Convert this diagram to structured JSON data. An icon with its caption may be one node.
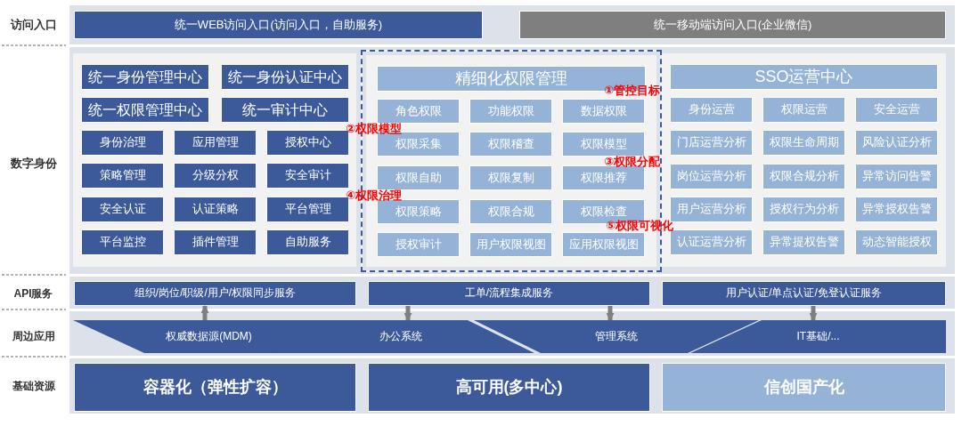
{
  "diagram": {
    "nodes": [
      {
        "text": [
          "统一WEB访问入口(访问入口，自助服务)"
        ]
      },
      {
        "text": [
          "统一移动端访问入口(企业微信)"
        ]
      },
      {
        "text": [],
        "shape": "box"
      },
      {
        "text": [
          "统一身份管理中心"
        ],
        "in": 2
      },
      {
        "text": [
          "统一身份认证中心"
        ],
        "in": 2
      },
      {
        "text": [
          "统一权限管理中心"
        ],
        "in": 2
      },
      {
        "text": [
          "统一审计中心"
        ],
        "in": 2
      },
      {
        "text": [
          "身份治理"
        ],
        "in": 2
      },
      {
        "text": [
          "应用管理"
        ],
        "in": 2
      },
      {
        "text": [
          "授权中心"
        ],
        "in": 2
      },
      {
        "text": [
          "策略管理"
        ],
        "in": 2
      },
      {
        "text": [
          "分级分权"
        ],
        "in": 2
      },
      {
        "text": [
          "安全审计"
        ],
        "in": 2
      },
      {
        "text": [
          "安全认证"
        ],
        "in": 2
      },
      {
        "text": [
          "认证策略"
        ],
        "in": 2
      },
      {
        "text": [
          "平台管理"
        ],
        "in": 2
      },
      {
        "text": [
          "平台监控"
        ],
        "in": 2
      },
      {
        "text": [
          "插件管理"
        ],
        "in": 2
      },
      {
        "text": [
          "自助服务"
        ],
        "in": 2
      },
      {
        "text": [],
        "shape": "box"
      },
      {
        "text": [
          "精细化权限管理"
        ],
        "in": 19
      },
      {
        "text": [
          "角色权限"
        ],
        "in": 19
      },
      {
        "text": [
          "功能权限"
        ],
        "in": 19
      },
      {
        "text": [
          "数据权限"
        ],
        "in": 19
      },
      {
        "text": [
          "权限采集"
        ],
        "in": 19
      },
      {
        "text": [
          "权限稽查"
        ],
        "in": 19
      },
      {
        "text": [
          "权限模型"
        ],
        "in": 19
      },
      {
        "text": [
          "权限自助"
        ],
        "in": 19
      },
      {
        "text": [
          "权限复制"
        ],
        "in": 19
      },
      {
        "text": [
          "权限推荐"
        ],
        "in": 19
      },
      {
        "text": [
          "权限策略"
        ],
        "in": 19
      },
      {
        "text": [
          "权限合规"
        ],
        "in": 19
      },
      {
        "text": [
          "权限检查"
        ],
        "in": 19
      },
      {
        "text": [
          "授权审计"
        ],
        "in": 19
      },
      {
        "text": [
          "用户权限视图"
        ],
        "in": 19
      },
      {
        "text": [
          "应用权限视图"
        ],
        "in": 19
      },
      {
        "text": [],
        "shape": "box"
      },
      {
        "text": [
          "SSO运营中心"
        ],
        "in": 36
      },
      {
        "text": [
          "身份运营"
        ],
        "in": 36
      },
      {
        "text": [
          "权限运营"
        ],
        "in": 36
      },
      {
        "text": [
          "安全运营"
        ],
        "in": 36
      },
      {
        "text": [
          "门店运营分析"
        ],
        "in": 36
      },
      {
        "text": [
          "权限生命周期"
        ],
        "in": 36
      },
      {
        "text": [
          "风险认证分析"
        ],
        "in": 36
      },
      {
        "text": [
          "岗位运营分析"
        ],
        "in": 36
      },
      {
        "text": [
          "权限合规分析"
        ],
        "in": 36
      },
      {
        "text": [
          "异常访问告警"
        ],
        "in": 36
      },
      {
        "text": [
          "用户运营分析"
        ],
        "in": 36
      },
      {
        "text": [
          "授权行为分析"
        ],
        "in": 36
      },
      {
        "text": [
          "异常授权告警"
        ],
        "in": 36
      },
      {
        "text": [
          "认证运营分析"
        ],
        "in": 36
      },
      {
        "text": [
          "异常提权告警"
        ],
        "in": 36
      },
      {
        "text": [
          "动态智能授权"
        ],
        "in": 36
      },
      {
        "text": [
          "组织/岗位/职级/用户/权限同步服务"
        ]
      },
      {
        "text": [
          "工单/流程集成服务"
        ]
      },
      {
        "text": [
          "用户认证/单点认证/免登认证服务"
        ]
      },
      {
        "text": [
          "权威数据源(MDM)"
        ]
      },
      {
        "text": [
          "办公系统"
        ]
      },
      {
        "text": [
          "管理系统"
        ]
      },
      {
        "text": [
          "IT基础/..."
        ]
      },
      {
        "text": [
          "容器化（弹性扩容）"
        ]
      },
      {
        "text": [
          "高可用(多中心)"
        ]
      },
      {
        "text": [
          "信创国产化"
        ]
      }
    ],
    "edges": [
      {
        "from": 56,
        "to": 53,
        "arrow": "to"
      },
      {
        "from": 54,
        "to": 57,
        "arrow": "to"
      },
      {
        "from": 54,
        "to": 58,
        "arrow": "to"
      },
      {
        "from": 55,
        "to": 59,
        "arrow": "to"
      }
    ],
    "labels": [
      "访问入口",
      "①管控目标",
      "②权限模型",
      "③权限分配",
      "数字身份",
      "④权限治理",
      "⑤权限可视化",
      "API服务",
      "周边应用",
      "基础资源"
    ]
  }
}
